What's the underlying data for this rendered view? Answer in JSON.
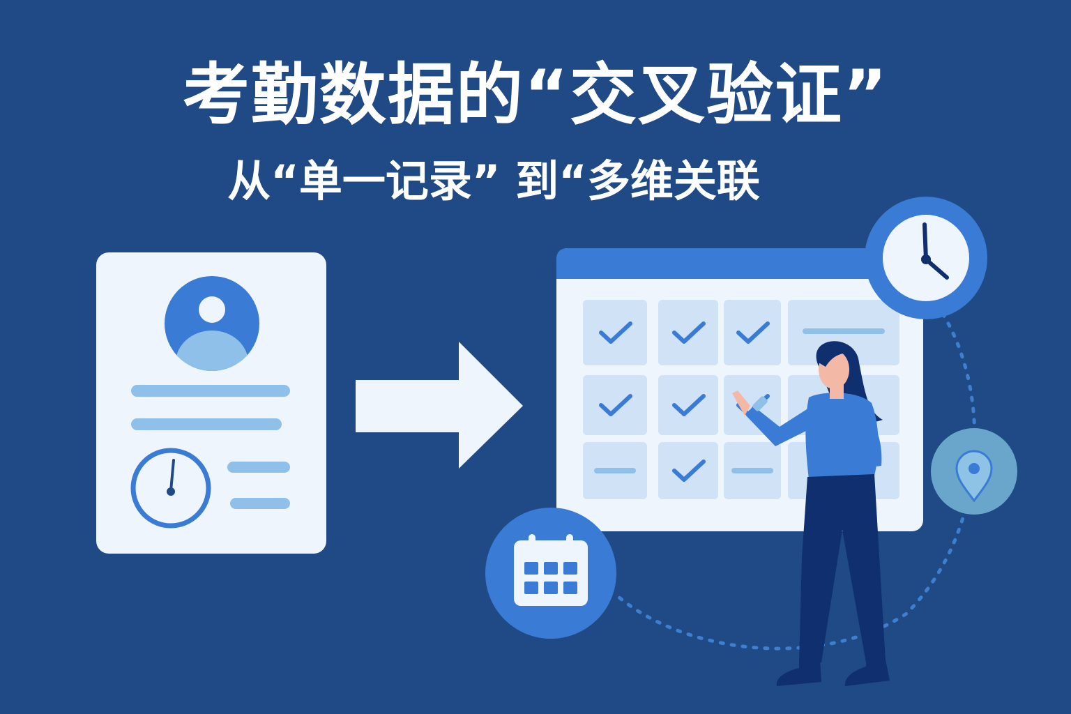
{
  "title": "考勤数据的“交叉验证”",
  "subtitle": "从“单一记录” 到“多维关联",
  "colors": {
    "background": "#1f4a86",
    "card": "#eef5fc",
    "accent": "#3a7bd5",
    "light_accent": "#8fc0ea",
    "cell": "#cfe2f6",
    "dark_navy": "#0f2f6e",
    "location_teal": "#6aa6cc"
  },
  "icons": {
    "profile_card": "employee-profile-icon",
    "arrow": "arrow-right-icon",
    "calendar_board": "attendance-calendar-icon",
    "clock": "clock-icon",
    "location": "location-pin-icon",
    "calendar": "calendar-icon",
    "person": "woman-checking-calendar-illustration"
  },
  "calendar_grid": {
    "rows": [
      [
        "check",
        "check",
        "check",
        "dash-long"
      ],
      [
        "check",
        "check",
        "check",
        "blank"
      ],
      [
        "dash",
        "check",
        "dash",
        "blank"
      ]
    ]
  }
}
